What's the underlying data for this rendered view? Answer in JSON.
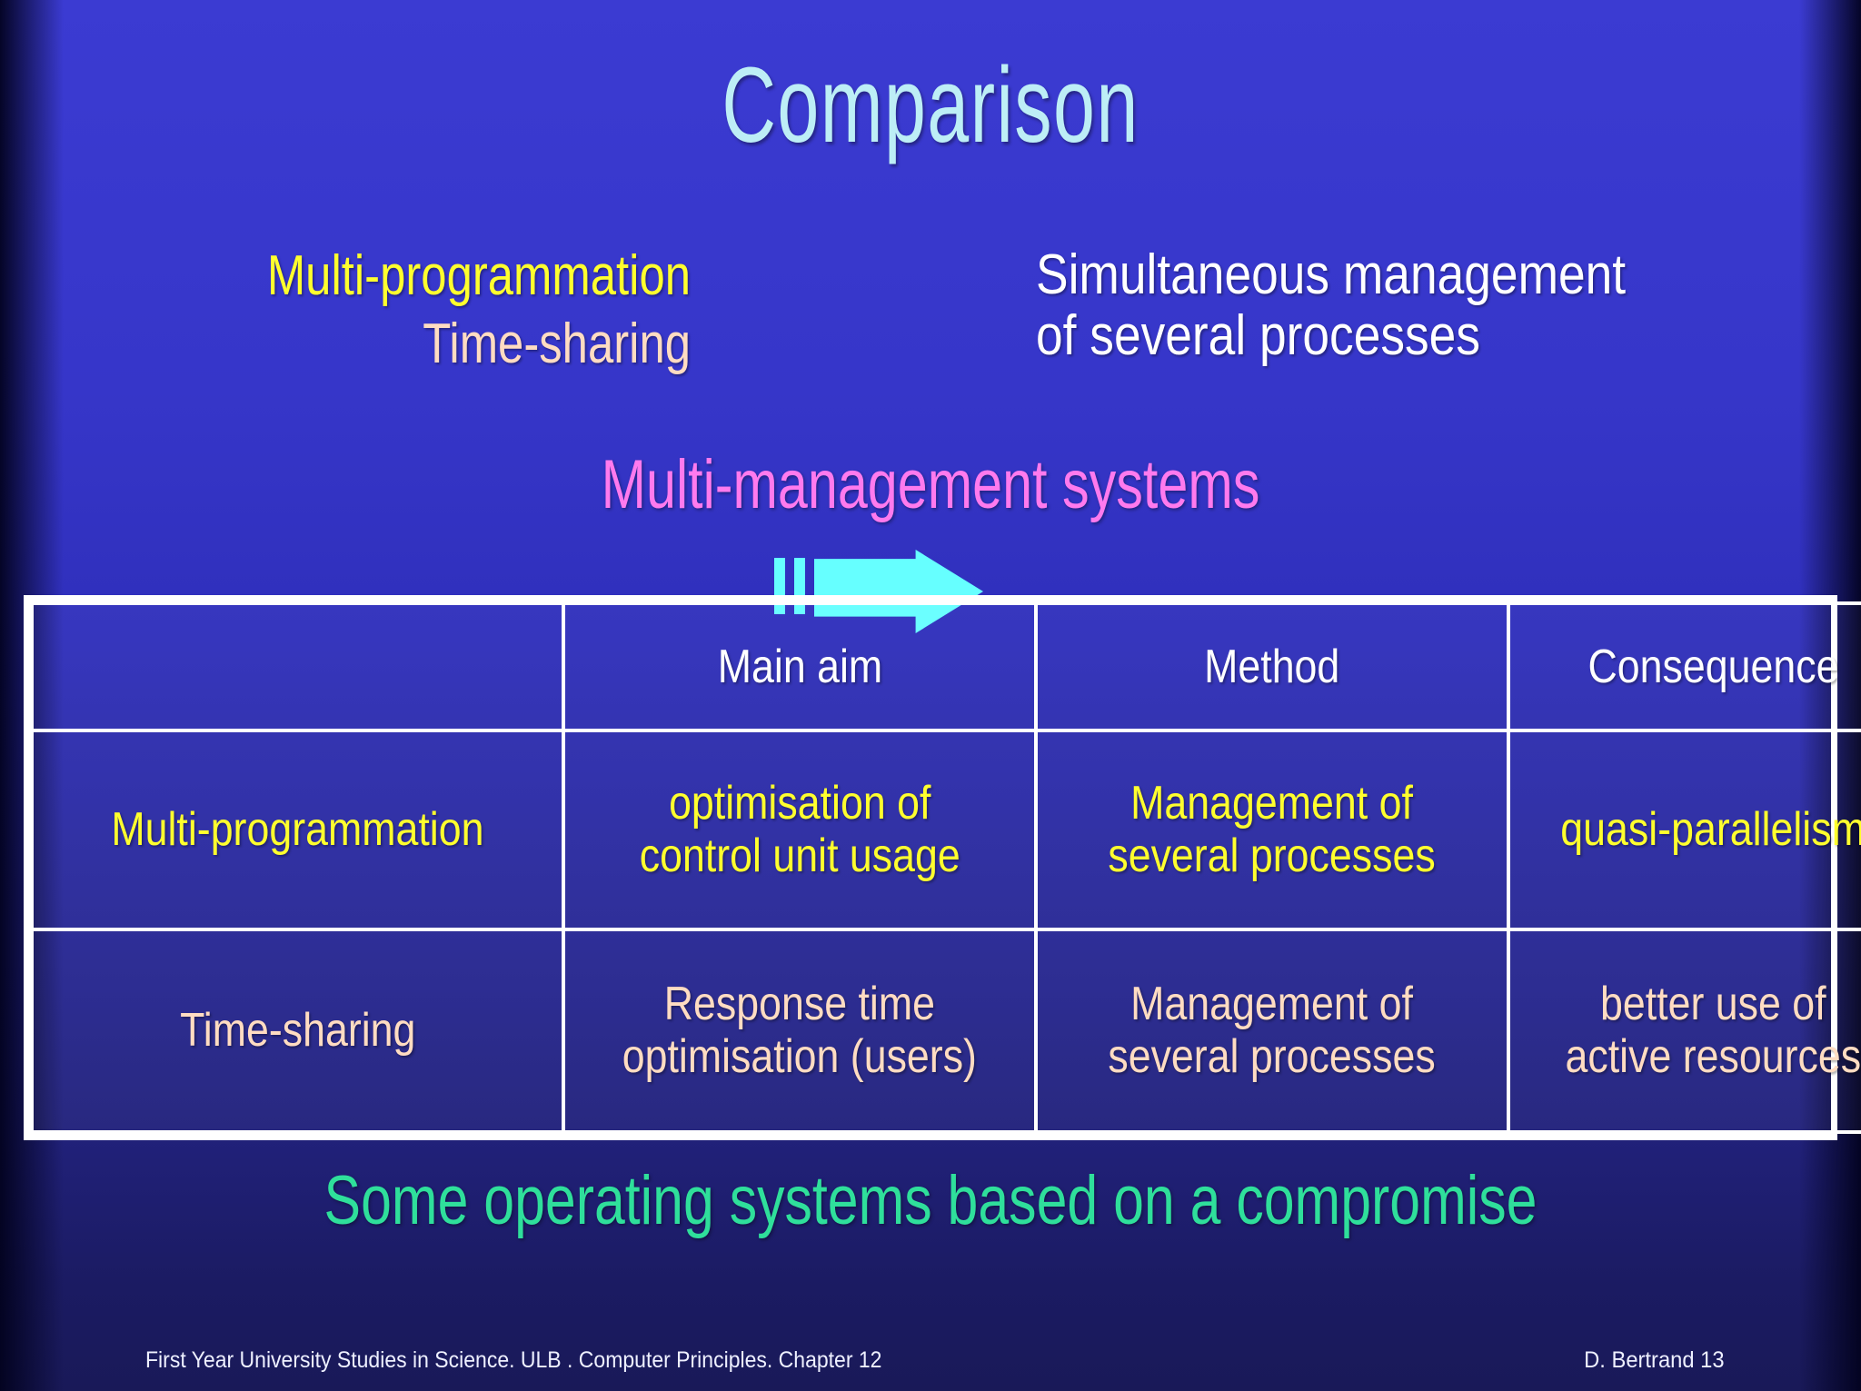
{
  "slide": {
    "title": "Comparison",
    "colors": {
      "title": "#bdeef6",
      "yellow": "#ffff2e",
      "cream": "#ffdcc2",
      "white": "#ffffff",
      "pink": "#ff7aee",
      "green": "#2fdf9b",
      "arrow": "#66ffff",
      "table_border": "#ffffff",
      "background_top": "#3b3bd2",
      "background_bottom": "#191958"
    }
  },
  "top_block": {
    "left_terms": [
      "Multi-programmation",
      "Time-sharing"
    ],
    "arrow_icon": "right-arrow-icon",
    "right_text_lines": [
      "Simultaneous management",
      "of several processes"
    ]
  },
  "subtitle": "Multi-management systems",
  "table": {
    "columns": [
      "",
      "Main aim",
      "Method",
      "Consequence"
    ],
    "rows": [
      {
        "label": "Multi-programmation",
        "main_aim": [
          "optimisation of",
          "control unit usage"
        ],
        "method": [
          "Management of",
          "several processes"
        ],
        "consequence": [
          "quasi-parallelism"
        ]
      },
      {
        "label": "Time-sharing",
        "main_aim": [
          "Response time",
          "optimisation (users)"
        ],
        "method": [
          "Management of",
          "several processes"
        ],
        "consequence": [
          "better use of",
          "active resources"
        ]
      }
    ]
  },
  "conclusion": "Some operating systems based on a compromise",
  "footer": {
    "left": "First Year University Studies in Science. ULB . Computer Principles. Chapter 12",
    "right": "D. Bertrand 13"
  }
}
